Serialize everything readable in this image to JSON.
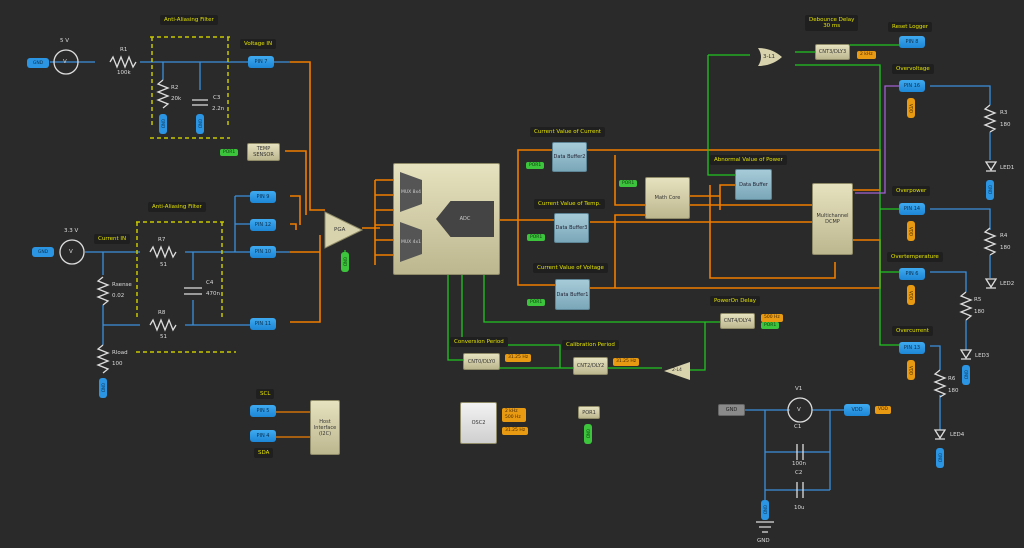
{
  "colors": {
    "background": "#2a2a2a",
    "label": "#e5e500",
    "pin": "#2b95e3",
    "wire_analog": "#3a8fdc",
    "wire_digital": "#f07d00",
    "wire_logic": "#22c322",
    "wire_purple": "#a060d0"
  },
  "labels": {
    "aaf1": "Anti-Aliasing Filter",
    "aaf2": "Anti-Aliasing Filter",
    "voltage_in": "Voltage IN",
    "current_in": "Current IN",
    "cur_current": "Current Value of Current",
    "cur_temp": "Current Value of Temp.",
    "cur_voltage": "Current Value of Voltage",
    "abnormal": "Abnormal Value of Power",
    "debounce": "Debounce Delay",
    "debounce_val": "30 ms",
    "reset_logger": "Reset Logger",
    "overvoltage": "Overvoltage",
    "overpower": "Overpower",
    "overtemp": "Overtemperature",
    "overcurrent": "Overcurrent",
    "poweron": "PowerOn Delay",
    "conversion": "Conversion Period",
    "calibration": "Calibration Period",
    "scl": "SCL",
    "sda": "SDA"
  },
  "sources": {
    "v5": "5 V",
    "v33": "3.3 V",
    "v1": "V1",
    "symbol": "V"
  },
  "passives": {
    "r1": "R1",
    "r1v": "100k",
    "r2": "R2",
    "r2v": "20k",
    "c3": "C3",
    "c3v": "2.2n",
    "r7": "R7",
    "r7v": "51",
    "r8": "R8",
    "r8v": "51",
    "c4": "C4",
    "c4v": "470n",
    "rsense": "Rsense",
    "rsensev": "0.02",
    "rload": "Rload",
    "rloadv": "100",
    "r3": "R3",
    "r3v": "180",
    "r4": "R4",
    "r4v": "180",
    "r5": "R5",
    "r5v": "180",
    "r6": "R6",
    "r6v": "180",
    "led1": "LED1",
    "led2": "LED2",
    "led3": "LED3",
    "led4": "LED4",
    "c1": "C1",
    "c1v": "100n",
    "c2": "C2",
    "c2v": "10u"
  },
  "pins": {
    "p7": "PIN 7",
    "p9": "PIN 9",
    "p12": "PIN 12",
    "p10": "PIN 10",
    "p11": "PIN 11",
    "p5": "PIN 5",
    "p4": "PIN 4",
    "p8": "PIN 8",
    "p16": "PIN 16",
    "p14": "PIN 14",
    "p6": "PIN 6",
    "p13": "PIN 13",
    "vdd": "VDD"
  },
  "blocks": {
    "temp": "TEMP SENSOR",
    "pga": "PGA",
    "adc": "ADC",
    "mux1": "MUX 8x4",
    "mux2": "MUX 4x1",
    "buf2": "Data Buffer2",
    "buf3": "Data Buffer3",
    "buf1": "Data Buffer1",
    "buf0": "Data Buffer",
    "math": "Math Core",
    "dcmp": "Multichannel DCMP",
    "lut1": "3-L1",
    "lut4": "2-L4",
    "cnt3": "CNT3/DLY3",
    "cnt4": "CNT4/DLY4",
    "cnt0": "CNT0/DLY0",
    "cnt2": "CNT2/DLY2",
    "osc": "OSC2",
    "por": "POR1",
    "host": "Host Interface (I2C)",
    "gndblk": "GND"
  },
  "tags": {
    "gnd": "GND",
    "vdd": "VDD",
    "por": "POR1",
    "f2k": "2 kHz",
    "f500": "500 Hz",
    "osc_a": "2 kHz 500 Hz",
    "osc_b": "31.25 Hz",
    "conv": "31.25 Hz",
    "cal": "31.25 Hz",
    "ground": "GND"
  }
}
